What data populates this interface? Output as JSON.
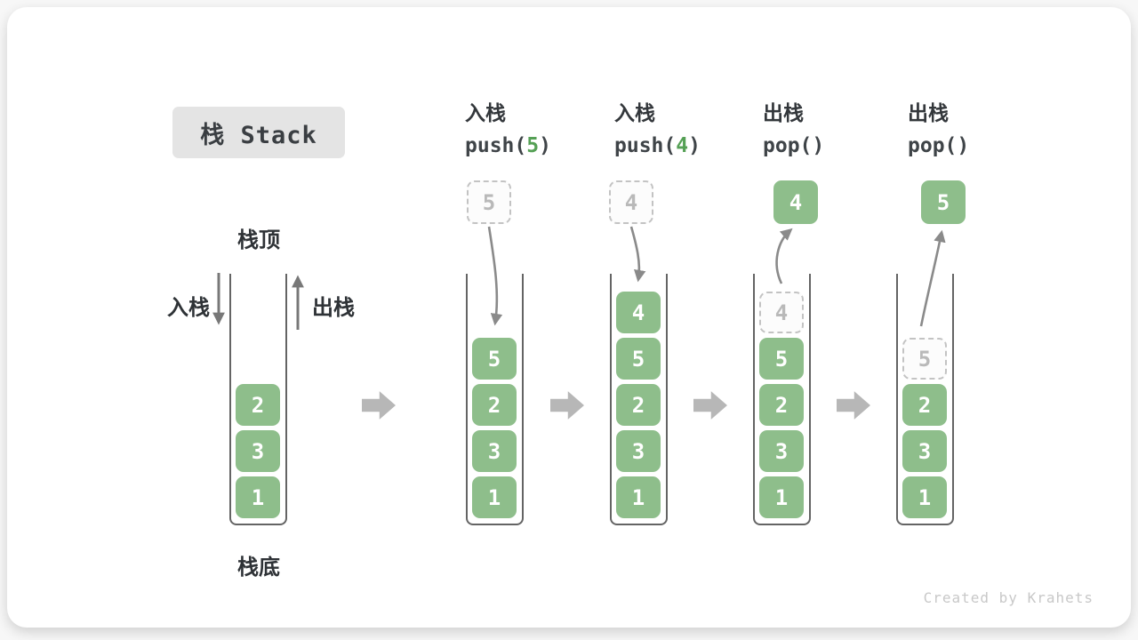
{
  "title": "栈 Stack",
  "legend": {
    "stack_top": "栈顶",
    "stack_bottom": "栈底",
    "push_label": "入栈",
    "pop_label": "出栈"
  },
  "operations": [
    {
      "name": "入栈",
      "code_prefix": "push(",
      "code_arg": "5",
      "code_suffix": ")"
    },
    {
      "name": "入栈",
      "code_prefix": "push(",
      "code_arg": "4",
      "code_suffix": ")"
    },
    {
      "name": "出栈",
      "code_prefix": "pop()",
      "code_arg": "",
      "code_suffix": ""
    },
    {
      "name": "出栈",
      "code_prefix": "pop()",
      "code_arg": "",
      "code_suffix": ""
    }
  ],
  "floating_boxes": [
    {
      "value": "5",
      "style": "dashed"
    },
    {
      "value": "4",
      "style": "dashed"
    },
    {
      "value": "4",
      "style": "solid"
    },
    {
      "value": "5",
      "style": "solid"
    }
  ],
  "stacks": [
    {
      "items": [
        {
          "value": "2"
        },
        {
          "value": "3"
        },
        {
          "value": "1"
        }
      ]
    },
    {
      "items": [
        {
          "value": "5"
        },
        {
          "value": "2"
        },
        {
          "value": "3"
        },
        {
          "value": "1"
        }
      ]
    },
    {
      "items": [
        {
          "value": "4"
        },
        {
          "value": "5"
        },
        {
          "value": "2"
        },
        {
          "value": "3"
        },
        {
          "value": "1"
        }
      ]
    },
    {
      "items": [
        {
          "value": "4",
          "ghost": true
        },
        {
          "value": "5"
        },
        {
          "value": "2"
        },
        {
          "value": "3"
        },
        {
          "value": "1"
        }
      ]
    },
    {
      "items": [
        {
          "value": "5",
          "ghost": true
        },
        {
          "value": "2"
        },
        {
          "value": "3"
        },
        {
          "value": "1"
        }
      ]
    }
  ],
  "watermark": "Created by Krahets",
  "colors": {
    "box_green": "#8ebe8b",
    "code_arg_green": "#55a055",
    "ghost_gray": "#c3c3c3",
    "container_border": "#646464",
    "curve_arrow_gray": "#8a8a8a",
    "block_arrow_gray": "#b7b7b7",
    "badge_bg": "#e4e4e4"
  }
}
